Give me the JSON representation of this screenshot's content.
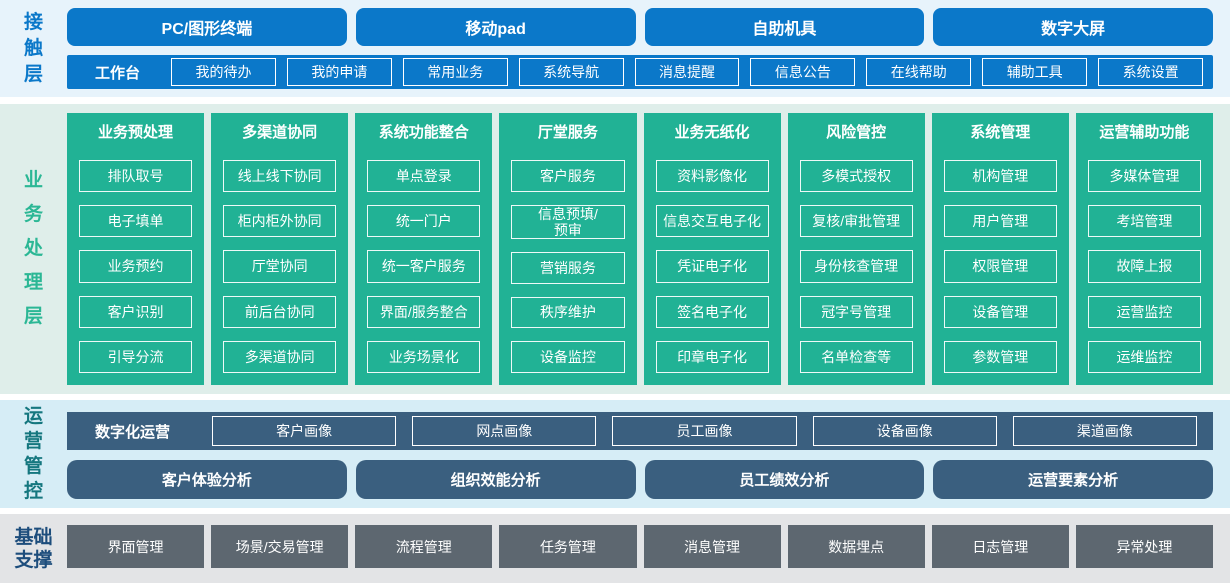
{
  "colors": {
    "accent_blue": "#0b78c9",
    "accent_green": "#21b295",
    "accent_dark_blue": "#3a5f7f",
    "accent_gray": "#5d6770",
    "contact_band_bg": "#e7f3fb",
    "business_band_bg": "#dfeeea",
    "operation_band_bg": "#d6edf6",
    "foundation_band_bg": "#e3e4e6",
    "operation_label_teal": "#15777f",
    "foundation_label_navy": "#1d4d7c"
  },
  "contact_layer": {
    "label": "接触层",
    "terminals": [
      "PC/图形终端",
      "移动pad",
      "自助机具",
      "数字大屏"
    ],
    "workbench": {
      "label": "工作台",
      "items": [
        "我的待办",
        "我的申请",
        "常用业务",
        "系统导航",
        "消息提醒",
        "信息公告",
        "在线帮助",
        "辅助工具",
        "系统设置"
      ]
    }
  },
  "business_layer": {
    "label": "业务处理层",
    "columns": [
      {
        "title": "业务预处理",
        "items": [
          "排队取号",
          "电子填单",
          "业务预约",
          "客户识别",
          "引导分流"
        ]
      },
      {
        "title": "多渠道协同",
        "items": [
          "线上线下协同",
          "柜内柜外协同",
          "厅堂协同",
          "前后台协同",
          "多渠道协同"
        ]
      },
      {
        "title": "系统功能整合",
        "items": [
          "单点登录",
          "统一门户",
          "统一客户服务",
          "界面/服务整合",
          "业务场景化"
        ]
      },
      {
        "title": "厅堂服务",
        "items": [
          "客户服务",
          "信息预填/\n预审",
          "营销服务",
          "秩序维护",
          "设备监控"
        ]
      },
      {
        "title": "业务无纸化",
        "items": [
          "资料影像化",
          "信息交互电子化",
          "凭证电子化",
          "签名电子化",
          "印章电子化"
        ]
      },
      {
        "title": "风险管控",
        "items": [
          "多模式授权",
          "复核/审批管理",
          "身份核查管理",
          "冠字号管理",
          "名单检查等"
        ]
      },
      {
        "title": "系统管理",
        "items": [
          "机构管理",
          "用户管理",
          "权限管理",
          "设备管理",
          "参数管理"
        ]
      },
      {
        "title": "运营辅助功能",
        "items": [
          "多媒体管理",
          "考培管理",
          "故障上报",
          "运营监控",
          "运维监控"
        ]
      }
    ]
  },
  "operation_layer": {
    "label": "运营管控",
    "digital_operation": {
      "label": "数字化运营",
      "items": [
        "客户画像",
        "网点画像",
        "员工画像",
        "设备画像",
        "渠道画像"
      ]
    },
    "analysis": [
      "客户体验分析",
      "组织效能分析",
      "员工绩效分析",
      "运营要素分析"
    ]
  },
  "foundation_layer": {
    "label": "基础支撑",
    "items": [
      "界面管理",
      "场景/交易管理",
      "流程管理",
      "任务管理",
      "消息管理",
      "数据埋点",
      "日志管理",
      "异常处理"
    ]
  }
}
